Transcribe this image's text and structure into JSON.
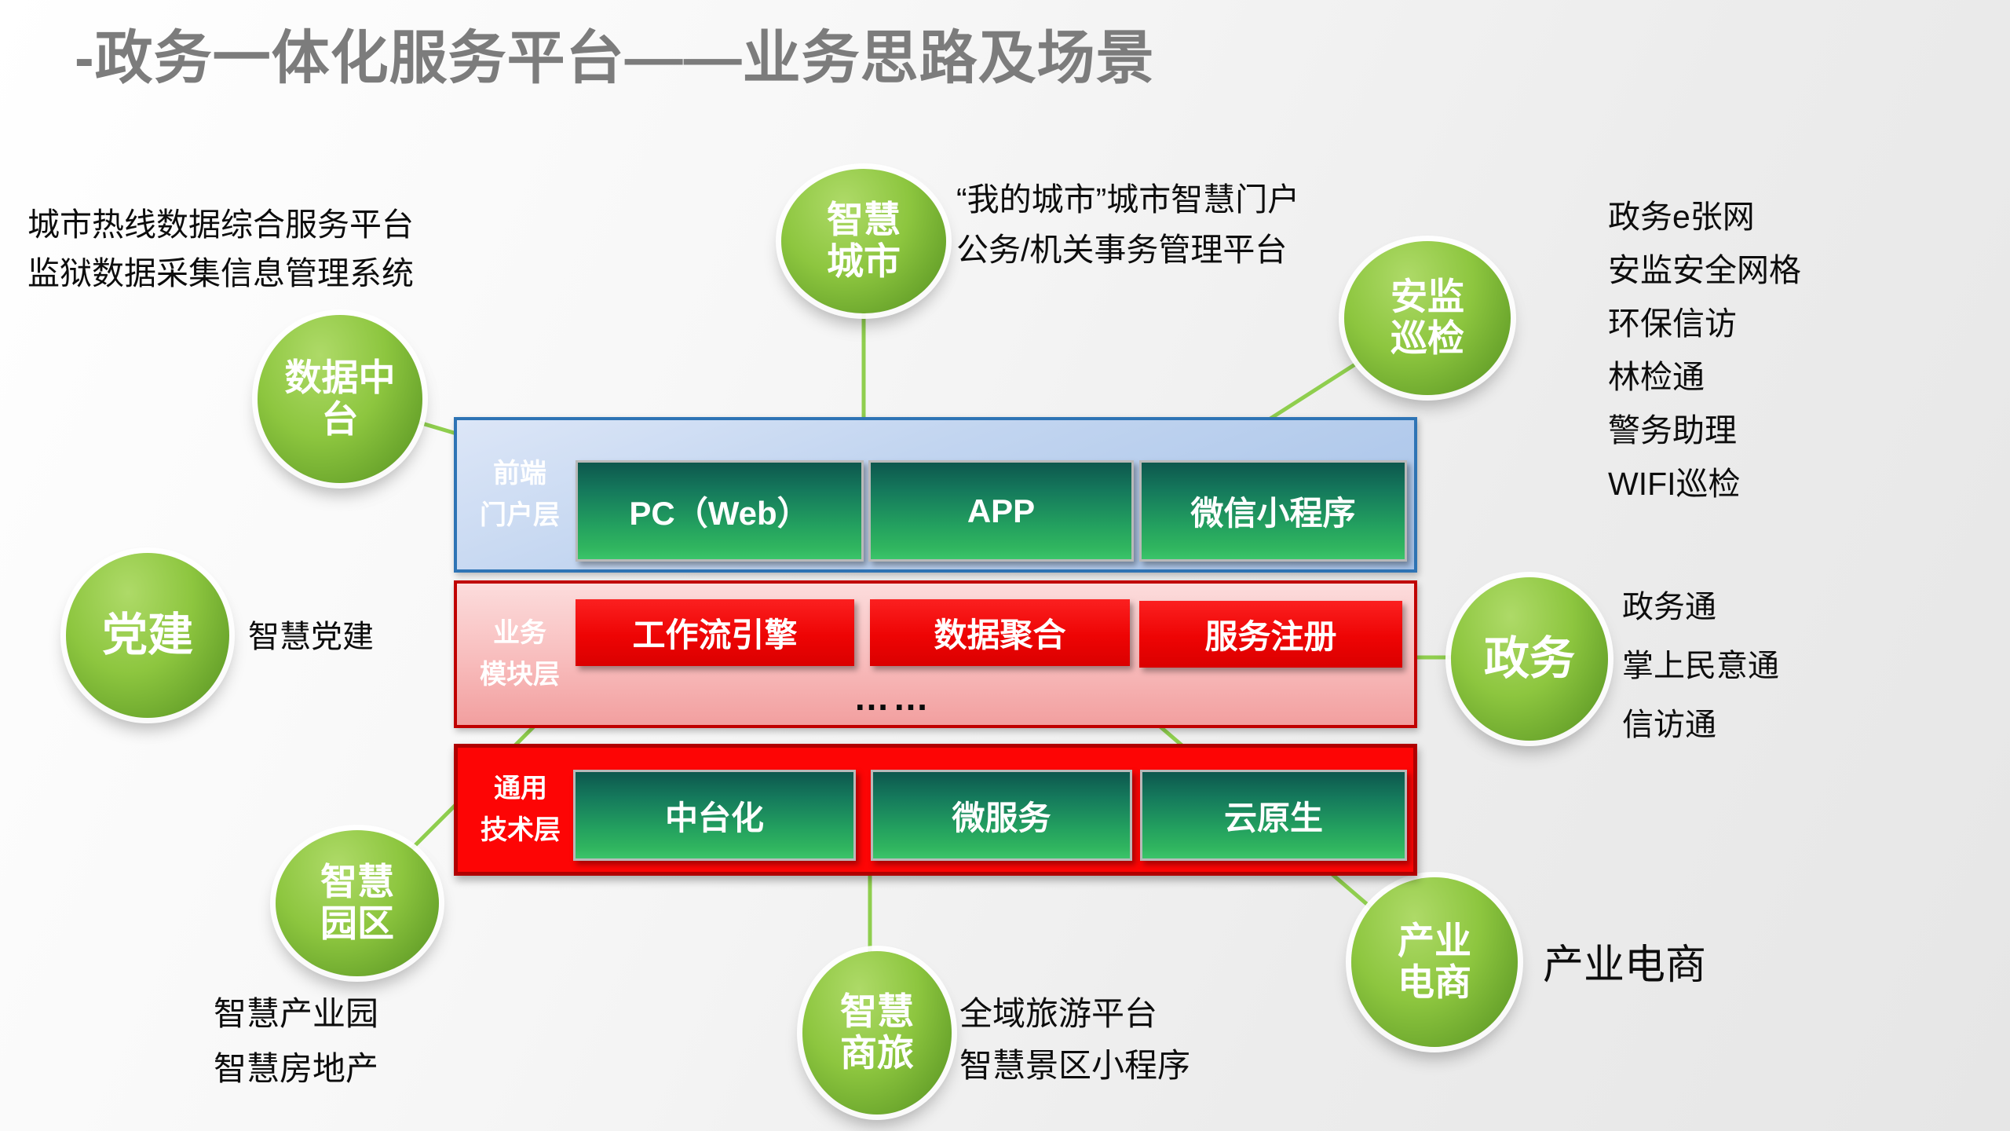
{
  "title": "-政务一体化服务平台——业务思路及场景",
  "colors": {
    "bubble_green": "#8dc63f",
    "connector_green": "#92d050",
    "frontend_border_blue": "#2e74b5",
    "frontend_fill_blue": "#b9cfee",
    "business_border_red": "#c00000",
    "business_fill_pink": "#f6b0b0",
    "tech_fill_red": "#fd0505",
    "button_teal_top": "#0d574d",
    "button_green_bottom": "#3bc46a",
    "button_red": "#ee0404",
    "title_gray": "#7c7c7c"
  },
  "bubbles": {
    "smart_city": {
      "label": "智慧\n城市"
    },
    "safety_inspection": {
      "label": "安监\n巡检"
    },
    "data_platform": {
      "label": "数据中\n台"
    },
    "party_building": {
      "label": "党建"
    },
    "government": {
      "label": "政务"
    },
    "smart_park": {
      "label": "智慧\n园区"
    },
    "smart_travel": {
      "label": "智慧\n商旅"
    },
    "industry_ecommerce": {
      "label": "产业\n电商"
    }
  },
  "annotations": {
    "top_left": [
      "城市热线数据综合服务平台",
      "监狱数据采集信息管理系统"
    ],
    "top_center": [
      "“我的城市”城市智慧门户",
      "公务/机关事务管理平台"
    ],
    "top_right": [
      "政务e张网",
      "安监安全网格",
      "环保信访",
      "林检通",
      "警务助理",
      "WIFI巡检"
    ],
    "party_label": "智慧党建",
    "gov_right": [
      "政务通",
      "掌上民意通",
      "信访通"
    ],
    "bottom_left": [
      "智慧产业园",
      "智慧房地产"
    ],
    "bottom_center": [
      "全域旅游平台",
      "智慧景区小程序"
    ],
    "industry_label": "产业电商"
  },
  "stack": {
    "frontend": {
      "label": "前端\n门户层",
      "buttons": [
        "PC（Web）",
        "APP",
        "微信小程序"
      ]
    },
    "business": {
      "label": "业务\n模块层",
      "buttons": [
        "工作流引擎",
        "数据聚合",
        "服务注册"
      ],
      "ellipsis": "……"
    },
    "tech": {
      "label": "通用\n技术层",
      "buttons": [
        "中台化",
        "微服务",
        "云原生"
      ]
    }
  }
}
